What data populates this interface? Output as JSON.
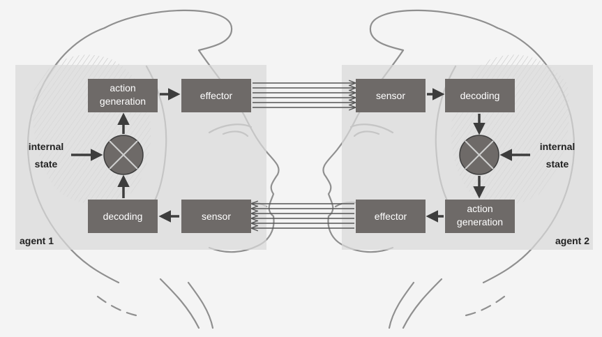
{
  "colors": {
    "background": "#f4f4f4",
    "panel": "#dedede",
    "box": "#6e6a68",
    "box_text": "#ffffff",
    "arrow": "#3d3d3d",
    "sketch": "#8f8f8f",
    "label": "#222222"
  },
  "agent1": {
    "label": "agent 1",
    "internal_state": [
      "internal",
      "state"
    ],
    "action_generation": [
      "action",
      "generation"
    ],
    "effector": "effector",
    "decoding": "decoding",
    "sensor": "sensor",
    "combiner_icon": "circle-x-icon"
  },
  "agent2": {
    "label": "agent 2",
    "internal_state": [
      "internal",
      "state"
    ],
    "action_generation": [
      "action",
      "generation"
    ],
    "effector": "effector",
    "decoding": "decoding",
    "sensor": "sensor",
    "combiner_icon": "circle-x-icon"
  }
}
